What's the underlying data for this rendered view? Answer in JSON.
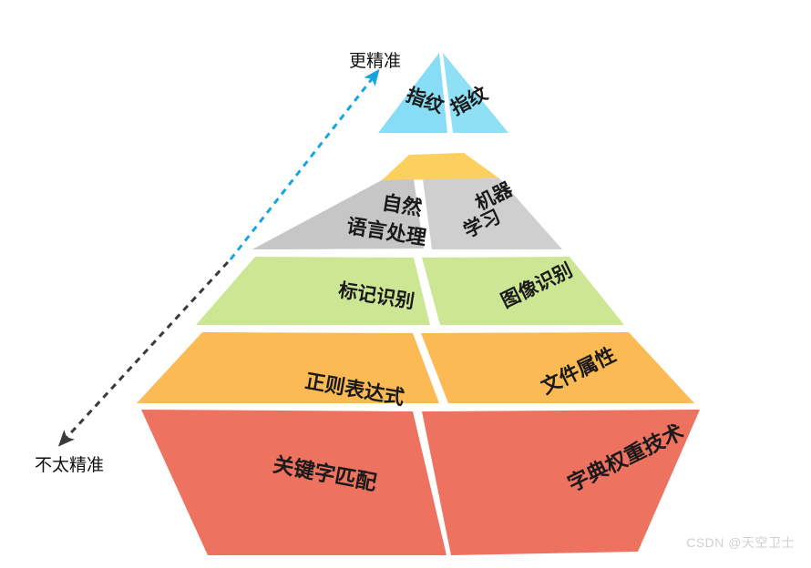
{
  "diagram": {
    "title_top_label": "更精准",
    "title_bottom_label": "不太精准",
    "arrow_up_color": "#17A5E0",
    "arrow_down_color": "#3A3A3A",
    "background": "#FFFFFF"
  },
  "watermark": {
    "text": "CSDN @天空卫士",
    "color": "#D0D0D0"
  },
  "chart_data": {
    "type": "pyramid",
    "title": "",
    "orientation": "3d-two-face",
    "axis_annotation": {
      "top": "更精准",
      "bottom": "不太精准"
    },
    "levels": [
      {
        "index": 1,
        "position": "apex",
        "left_face_label": "指纹",
        "right_face_label": "指纹",
        "face_color": "#87DDF5",
        "right_face_color": "#8FDFF5",
        "top_color": null
      },
      {
        "index": 2,
        "position": "second",
        "left_face_label": "自然语言处理",
        "right_face_label": "机器学习",
        "face_color": "#C6C6C6",
        "right_face_color": "#CFCFCF",
        "top_color": "#FBD05E"
      },
      {
        "index": 3,
        "position": "third",
        "left_face_label": "标记识别",
        "right_face_label": "图像识别",
        "face_color": "#CCE694",
        "right_face_color": "#CCE694",
        "top_color": null
      },
      {
        "index": 4,
        "position": "fourth",
        "left_face_label": "正则表达式",
        "right_face_label": "文件属性",
        "face_color": "#FBBA54",
        "right_face_color": "#FBBA54",
        "top_color": null
      },
      {
        "index": 5,
        "position": "base",
        "left_face_label": "关键字匹配",
        "right_face_label": "字典权重技术",
        "face_color": "#EE7260",
        "right_face_color": "#EE7260",
        "top_color": null
      }
    ],
    "labels_top_to_bottom": [
      "指纹",
      "自然语言处理 / 机器学习",
      "标记识别 / 图像识别",
      "正则表达式 / 文件属性",
      "关键字匹配 / 字典权重技术"
    ]
  }
}
